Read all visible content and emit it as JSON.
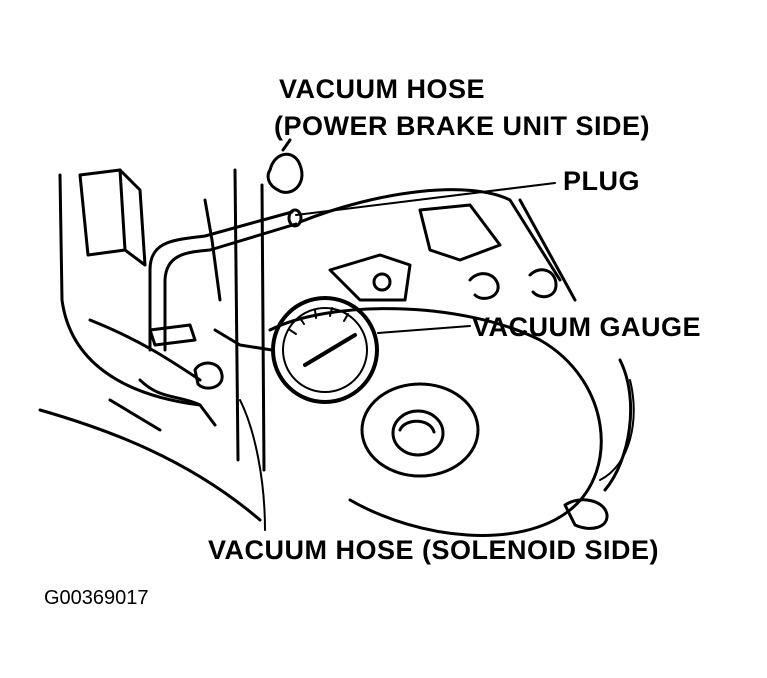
{
  "labels": {
    "vacuum_hose_pbu_line1": "VACUUM HOSE",
    "vacuum_hose_pbu_line2": "(POWER BRAKE UNIT SIDE)",
    "plug": "PLUG",
    "vacuum_gauge": "VACUUM GAUGE",
    "vacuum_hose_solenoid": "VACUUM HOSE (SOLENOID SIDE)"
  },
  "figure_id": "G00369017"
}
